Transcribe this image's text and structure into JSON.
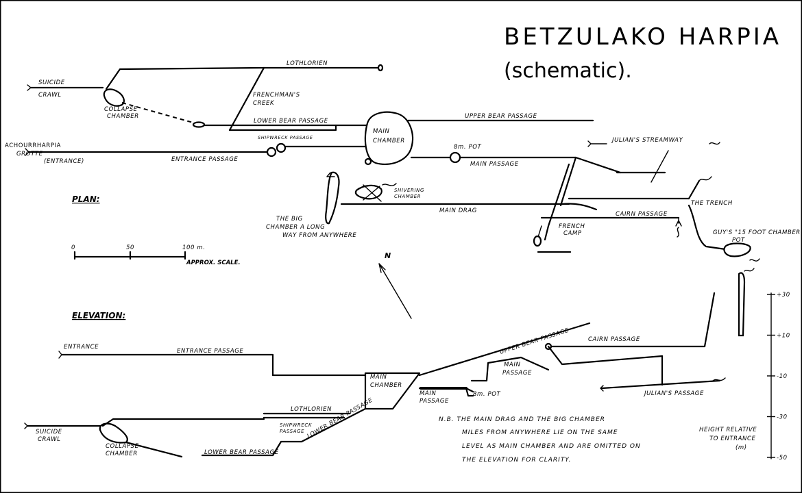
{
  "title": "BETZULAKO  HARPIA",
  "subtitle": "(schematic).",
  "plan": {
    "heading": "PLAN:",
    "labels": {
      "suicide": "SUICIDE",
      "crawl": "CRAWL",
      "collapse": "COLLAPSE",
      "chamber": "CHAMBER",
      "lothlorien": "LOTHLORIEN",
      "frenchmans1": "FRENCHMAN'S",
      "frenchmans2": "CREEK",
      "lower_bear": "LOWER BEAR PASSAGE",
      "shipwreck": "SHIPWRECK PASSAGE",
      "achour1": "ACHOURRHARPIA",
      "achour2": "GROTTE",
      "achour3": "(ENTRANCE)",
      "entrance_passage": "ENTRANCE PASSAGE",
      "main_chamber1": "MAIN",
      "main_chamber2": "CHAMBER",
      "upper_bear": "UPPER BEAR PASSAGE",
      "pot8": "8m. POT",
      "main_passage": "MAIN PASSAGE",
      "julians": "JULIAN'S  STREAMWAY",
      "shivering1": "SHIVERING",
      "shivering2": "CHAMBER",
      "big1": "THE  BIG",
      "big2": "CHAMBER  A  LONG",
      "big3": "WAY  FROM  ANYWHERE",
      "main_drag": "MAIN DRAG",
      "french1": "FRENCH",
      "french2": "CAMP",
      "cairn": "CAIRN  PASSAGE",
      "trench": "THE TRENCH",
      "guys1": "GUY'S \"15 FOOT CHAMBER",
      "guys2": "POT",
      "north": "N"
    },
    "scale": {
      "t0": "0",
      "t50": "50",
      "t100": "100 m.",
      "caption": "APPROX. SCALE."
    }
  },
  "elevation": {
    "heading": "ELEVATION:",
    "labels": {
      "entrance": "ENTRANCE",
      "entrance_passage": "ENTRANCE  PASSAGE",
      "main_chamber1": "MAIN",
      "main_chamber2": "CHAMBER",
      "upper_bear": "UPPER BEAR PASSAGE",
      "cairn": "CAIRN  PASSAGE",
      "main_passage1": "MAIN",
      "main_passage2": "PASSAGE",
      "main_passage_b1": "MAIN",
      "main_passage_b2": "PASSAGE",
      "pot8": "8m. POT",
      "julians": "JULIAN'S  PASSAGE",
      "lothlorien": "LOTHLORIEN",
      "shipwreck1": "SHIPWRECK",
      "shipwreck2": "PASSAGE",
      "lower_bear_diag": "LOWER BEAR PASSAGE",
      "lower_bear": "LOWER BEAR PASSAGE",
      "suicide1": "SUICIDE",
      "suicide2": "CRAWL",
      "collapse1": "COLLAPSE",
      "collapse2": "CHAMBER"
    },
    "axis_ticks": [
      "+30",
      "+10",
      "-10",
      "-30",
      "-50"
    ],
    "axis_caption": [
      "HEIGHT RELATIVE",
      "TO ENTRANCE",
      "(m)"
    ]
  },
  "note": [
    "N.B.  THE MAIN DRAG AND THE BIG CHAMBER",
    "MILES FROM ANYWHERE LIE ON THE SAME",
    "LEVEL AS MAIN CHAMBER AND ARE OMITTED ON",
    "THE ELEVATION FOR CLARITY."
  ]
}
